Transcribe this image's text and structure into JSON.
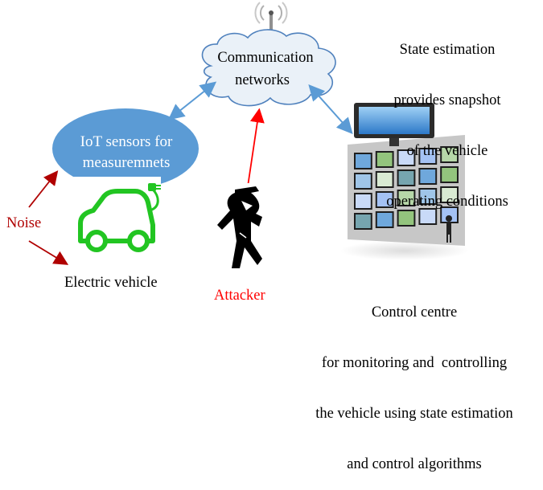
{
  "diagram": {
    "cloud_label_line1": "Communication",
    "cloud_label_line2": "networks",
    "iot_label_line1": "IoT sensors for",
    "iot_label_line2": "measuremnets",
    "noise_label": "Noise",
    "ev_label": "Electric vehicle",
    "attacker_label": "Attacker",
    "state_estimation_lines": [
      "State estimation",
      "provides snapshot",
      "of the vehicle",
      "operating conditions"
    ],
    "control_centre_lines": [
      "Control centre",
      "for monitoring and  controlling",
      "the vehicle using state estimation",
      "and control algorithms"
    ]
  },
  "colors": {
    "link_arrow": "#5b9bd5",
    "attack_arrow": "#ff0000",
    "noise_text": "#b00000",
    "iot_ellipse": "#5b9bd5",
    "cloud_fill": "#eaf1f8",
    "cloud_stroke": "#4f81bd",
    "ev_green": "#22c522"
  },
  "icons": {
    "antenna": "antenna-icon",
    "ev": "electric-car-icon",
    "attacker": "hacker-silhouette-icon",
    "control_room": "control-room-video-wall-icon"
  }
}
